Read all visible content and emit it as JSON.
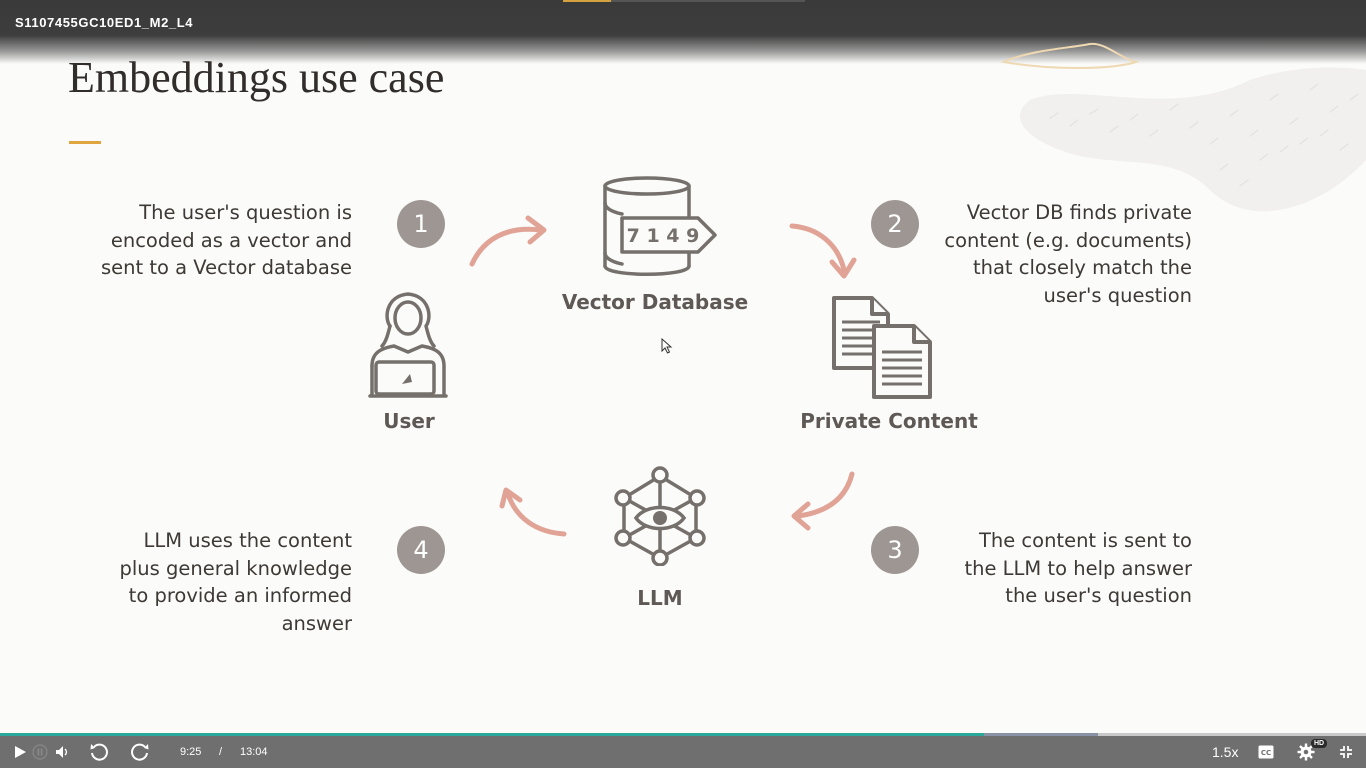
{
  "player": {
    "video_title": "S1107455GC10ED1_M2_L4",
    "current_time": "9:25",
    "time_separator": "/",
    "duration": "13:04",
    "progress_fraction": 0.72,
    "buffered_fraction": 0.804,
    "playback_speed": "1.5x",
    "quality_badge": "HD",
    "icons": {
      "play": "play-icon",
      "pause": "pause-icon",
      "volume": "volume-icon",
      "rewind": "rewind-icon",
      "forward": "forward-icon",
      "captions": "captions-icon",
      "settings": "gear-icon",
      "fullscreen": "fullscreen-exit-icon"
    },
    "colors": {
      "progress": "#2aa89a",
      "accent": "#e0a53f"
    }
  },
  "slide": {
    "title": "Embeddings use case",
    "steps": [
      {
        "number": "1",
        "text": [
          "The user's question is",
          "encoded as a vector and",
          "sent to a Vector database"
        ]
      },
      {
        "number": "2",
        "text": [
          "Vector DB finds private",
          "content (e.g. documents)",
          "that closely match the",
          "user's question"
        ]
      },
      {
        "number": "3",
        "text": [
          "The content is sent to",
          "the LLM to help answer",
          "the user's question"
        ]
      },
      {
        "number": "4",
        "text": [
          "LLM uses the content",
          "plus general knowledge",
          "to provide an informed",
          "answer"
        ]
      }
    ],
    "nodes": {
      "vector_db": {
        "label": "Vector Database",
        "value_tag": "7 1 4 9",
        "icon": "database-icon"
      },
      "private_content": {
        "label": "Private Content",
        "icon": "documents-icon"
      },
      "user": {
        "label": "User",
        "icon": "user-laptop-icon"
      },
      "llm": {
        "label": "LLM",
        "icon": "neural-network-icon"
      }
    },
    "colors": {
      "arrow": "#e0a395",
      "icon": "#75706b",
      "badge": "#9e9692",
      "text": "#3d3935"
    }
  }
}
